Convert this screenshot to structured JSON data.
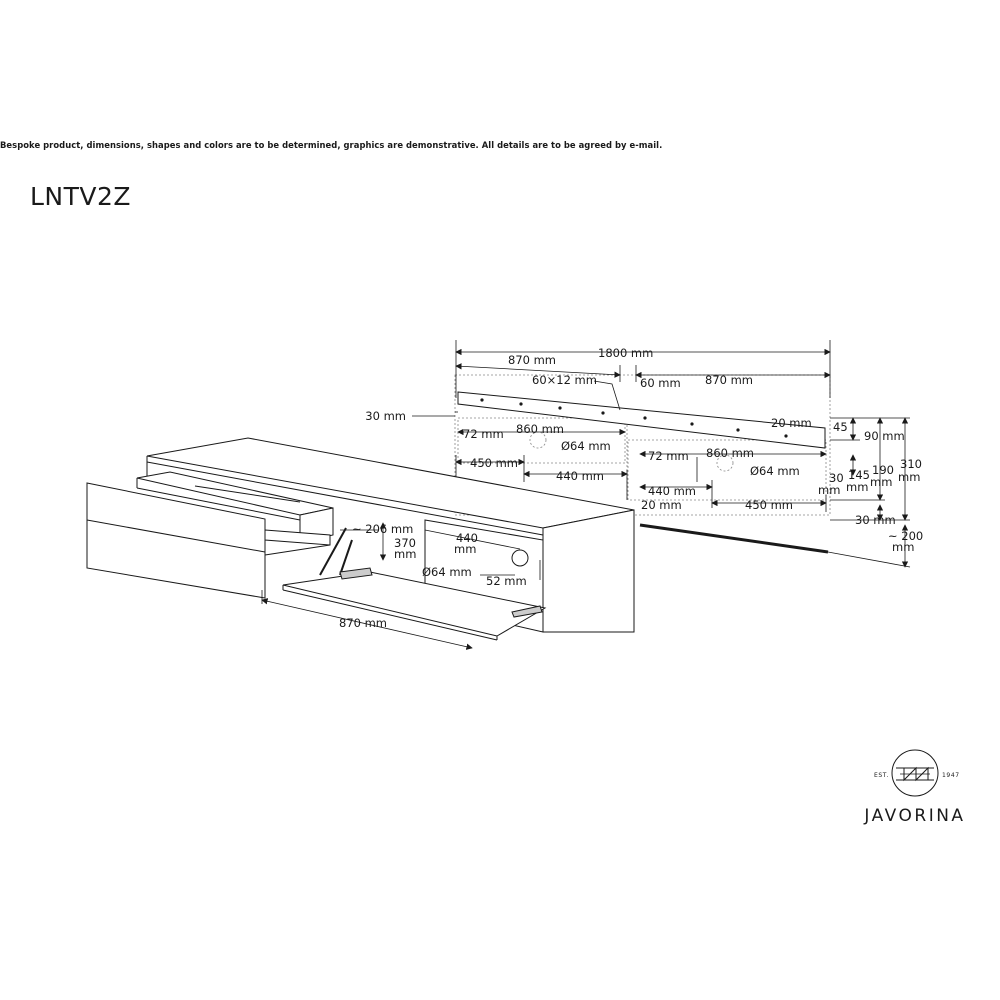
{
  "disclaimer": "Bespoke product, dimensions, shapes and colors are to be determined, graphics are demonstrative. All details are to be agreed by e-mail.",
  "product_code": "LNTV2Z",
  "brand": {
    "name": "JAVORINA",
    "est": "EST.",
    "year": "1947"
  },
  "dimensions": {
    "total_width": "1800 mm",
    "left_half": "870 mm",
    "right_half": "870 mm",
    "mount_slot": "60×12 mm",
    "gap": "60 mm",
    "rail_edge": "30 mm",
    "rail_inner_left": "860 mm",
    "rail_inner_right": "860 mm",
    "rail_right_end": "20 mm",
    "offset_left": "72 mm",
    "offset_right": "72 mm",
    "hole_left": "Ø64 mm",
    "hole_right": "Ø64 mm",
    "hole_cabinet": "Ø64 mm",
    "seg_450_left": "450 mm",
    "seg_440_left": "440 mm",
    "seg_440_right": "440 mm",
    "seg_450_right": "450 mm",
    "seg_20": "20 mm",
    "v45": "45",
    "v90": "90 mm",
    "v310": "310",
    "v310_unit": "mm",
    "v30a": "30",
    "v30a_unit": "mm",
    "v145": "145",
    "v145_unit": "mm",
    "v190": "190",
    "v190_unit": "mm",
    "v30b": "30 mm",
    "v200": "~ 200",
    "v200_unit": "mm",
    "flap_206": "~ 206 mm",
    "flap_370": "370",
    "flap_370_unit": "mm",
    "cab_440": "440",
    "cab_440_unit": "mm",
    "cab_52": "52 mm",
    "front_870": "870 mm"
  }
}
